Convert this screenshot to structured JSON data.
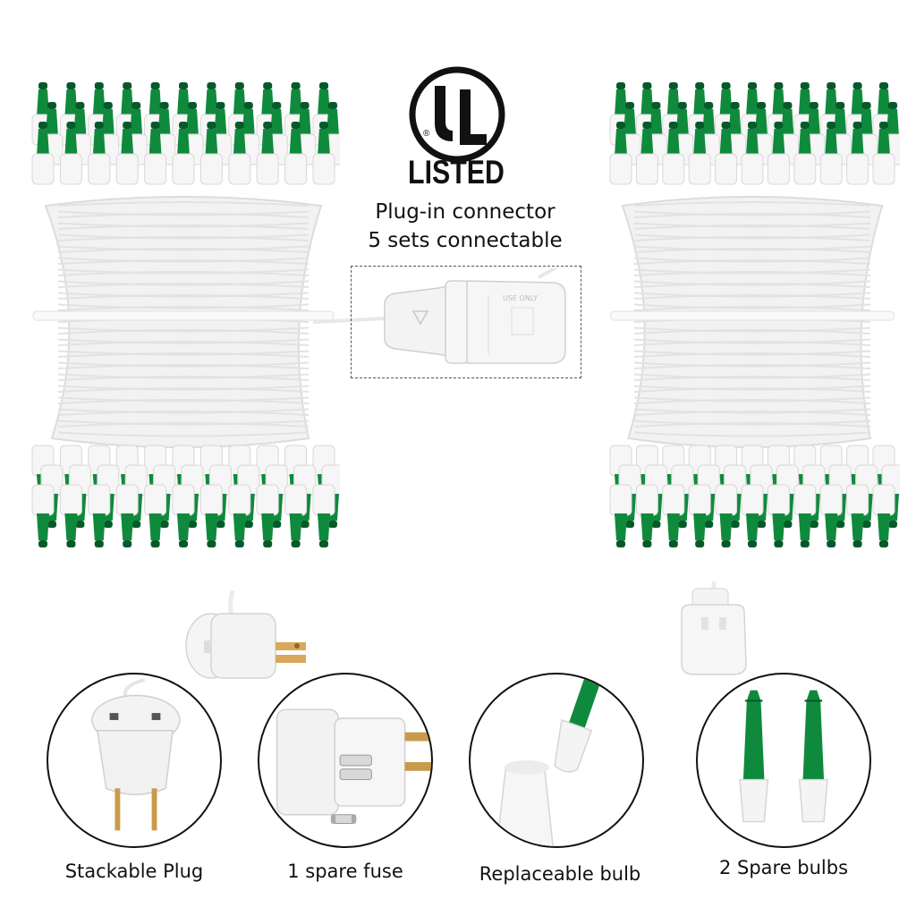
{
  "certification": {
    "logo_letters": "UL",
    "registered_mark": "®",
    "listed_label": "LISTED"
  },
  "connector_callout": {
    "line1": "Plug-in connector",
    "line2": "5 sets connectable"
  },
  "features": [
    {
      "label": "Stackable Plug"
    },
    {
      "label": "1 spare fuse"
    },
    {
      "label": "Replaceable bulb"
    },
    {
      "label": "2 Spare bulbs"
    }
  ],
  "colors": {
    "bulb_green": "#0f8a3c",
    "bulb_green_dark": "#05592a",
    "wire_white": "#f4f4f4",
    "text": "#111111"
  }
}
